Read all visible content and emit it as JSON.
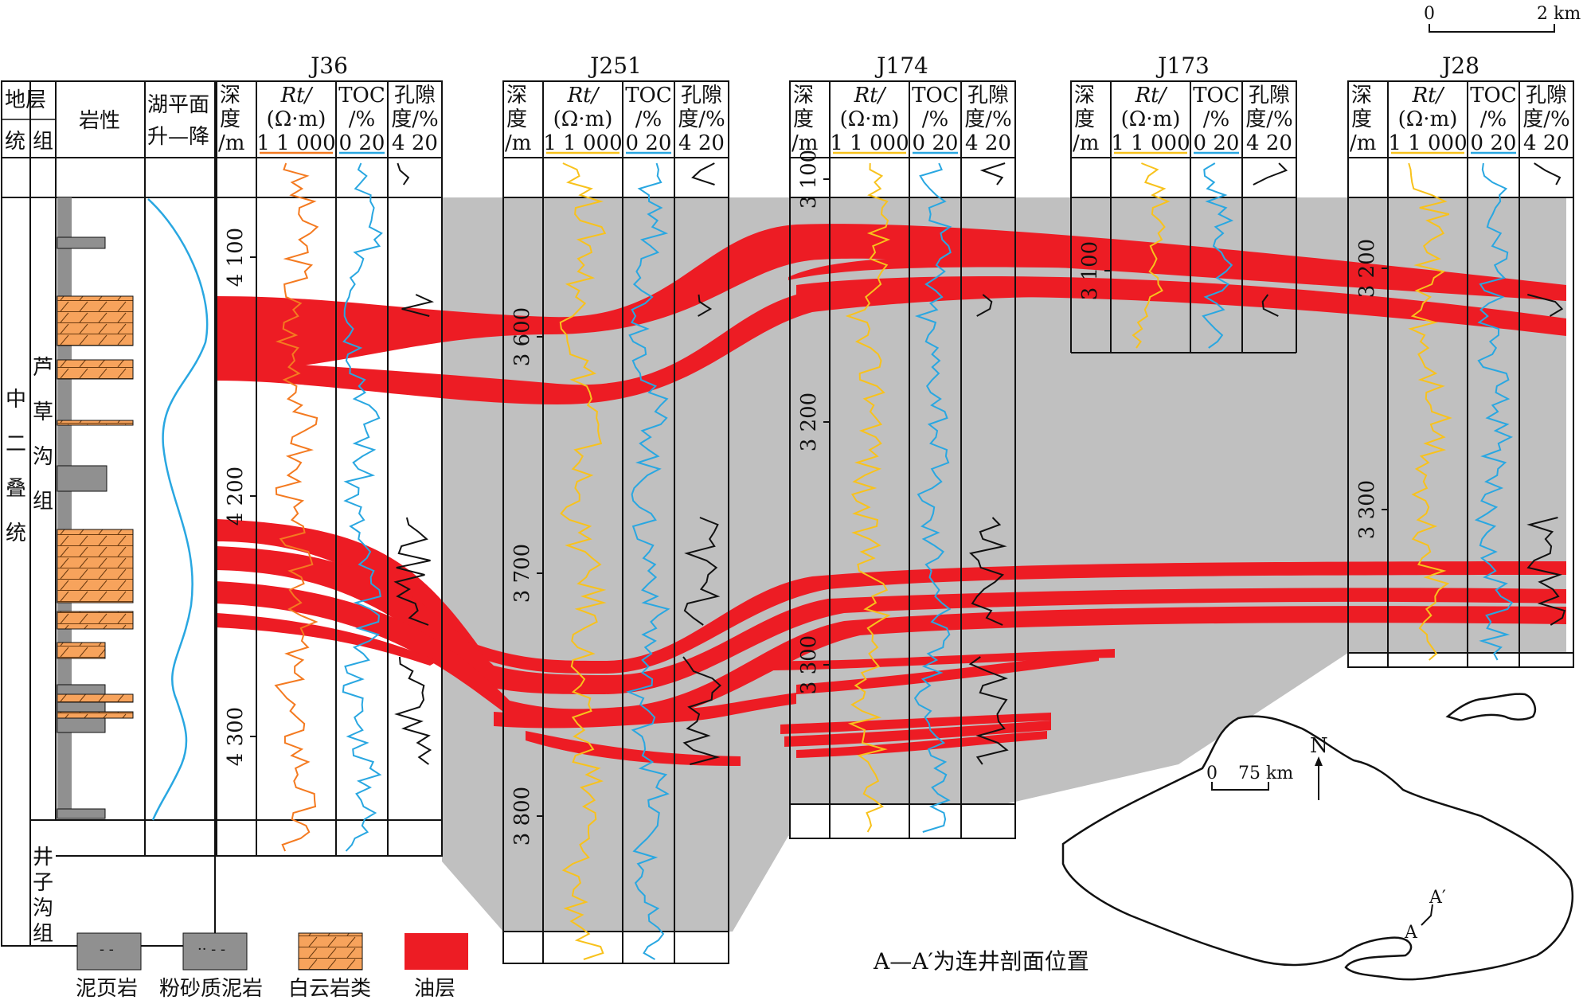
{
  "wells": [
    {
      "name": "J36",
      "headers": {
        "depth": "深度/m",
        "rt": "Rt/(Ω·m)",
        "rt_range": "1 1 000",
        "toc": "TOC/%",
        "toc_range": "0 20",
        "por": "孔隙度/%",
        "por_range": "4 20"
      },
      "depth_ticks": [
        {
          "label": "4 100",
          "value": 4100
        },
        {
          "label": "4 200",
          "value": 4200
        },
        {
          "label": "4 300",
          "value": 4300
        }
      ]
    },
    {
      "name": "J251",
      "headers": {
        "depth": "深度/m",
        "rt": "Rt/(Ω·m)",
        "rt_range": "1 1 000",
        "toc": "TOC/%",
        "toc_range": "0 20",
        "por": "孔隙度/%",
        "por_range": "4 20"
      },
      "depth_ticks": [
        {
          "label": "3 600",
          "value": 3600
        },
        {
          "label": "3 700",
          "value": 3700
        },
        {
          "label": "3 800",
          "value": 3800
        }
      ]
    },
    {
      "name": "J174",
      "headers": {
        "depth": "深度/m",
        "rt": "Rt/(Ω·m)",
        "rt_range": "1 1 000",
        "toc": "TOC/%",
        "toc_range": "0 20",
        "por": "孔隙度/%",
        "por_range": "4 20"
      },
      "depth_ticks": [
        {
          "label": "3 100",
          "value": 3100
        },
        {
          "label": "3 200",
          "value": 3200
        },
        {
          "label": "3 300",
          "value": 3300
        }
      ]
    },
    {
      "name": "J173",
      "headers": {
        "depth": "深度/m",
        "rt": "Rt/(Ω·m)",
        "rt_range": "1 1 000",
        "toc": "TOC/%",
        "toc_range": "0 20",
        "por": "孔隙度/%",
        "por_range": "4 20"
      },
      "depth_ticks": [
        {
          "label": "3 100",
          "value": 3100
        }
      ]
    },
    {
      "name": "J28",
      "headers": {
        "depth": "深度/m",
        "rt": "Rt/(Ω·m)",
        "rt_range": "1 1 000",
        "toc": "TOC/%",
        "toc_range": "0 20",
        "por": "孔隙度/%",
        "por_range": "4 20"
      },
      "depth_ticks": [
        {
          "label": "3 200",
          "value": 3200
        },
        {
          "label": "3 300",
          "value": 3300
        }
      ]
    }
  ],
  "strat": {
    "header_strata": "地层",
    "header_series": "统",
    "header_formation": "组",
    "header_lithology": "岩性",
    "header_lake": "湖平面升—降",
    "series": "中二叠统",
    "formation_upper": "芦草沟组",
    "formation_lower": "井子沟组"
  },
  "legend": [
    {
      "key": "mudshale",
      "label": "泥页岩"
    },
    {
      "key": "silty",
      "label": "粉砂质泥岩"
    },
    {
      "key": "dolomite",
      "label": "白云岩类"
    },
    {
      "key": "oil",
      "label": "油层"
    }
  ],
  "scale_bar": {
    "start": "0",
    "end": "2 km"
  },
  "map": {
    "scale_start": "0",
    "scale_end": "75 km",
    "north": "N",
    "point_a": "A",
    "point_a2": "A′",
    "caption": "A—A′为连井剖面位置"
  },
  "colors": {
    "oil": "#ED1C24",
    "fill": "#C0C0C0",
    "rt": "#F47A20",
    "rt_alt": "#F8C21C",
    "toc": "#29A7E1",
    "dolomite": "#F7A35C",
    "mud": "#909090",
    "lake": "#29A7E1"
  }
}
